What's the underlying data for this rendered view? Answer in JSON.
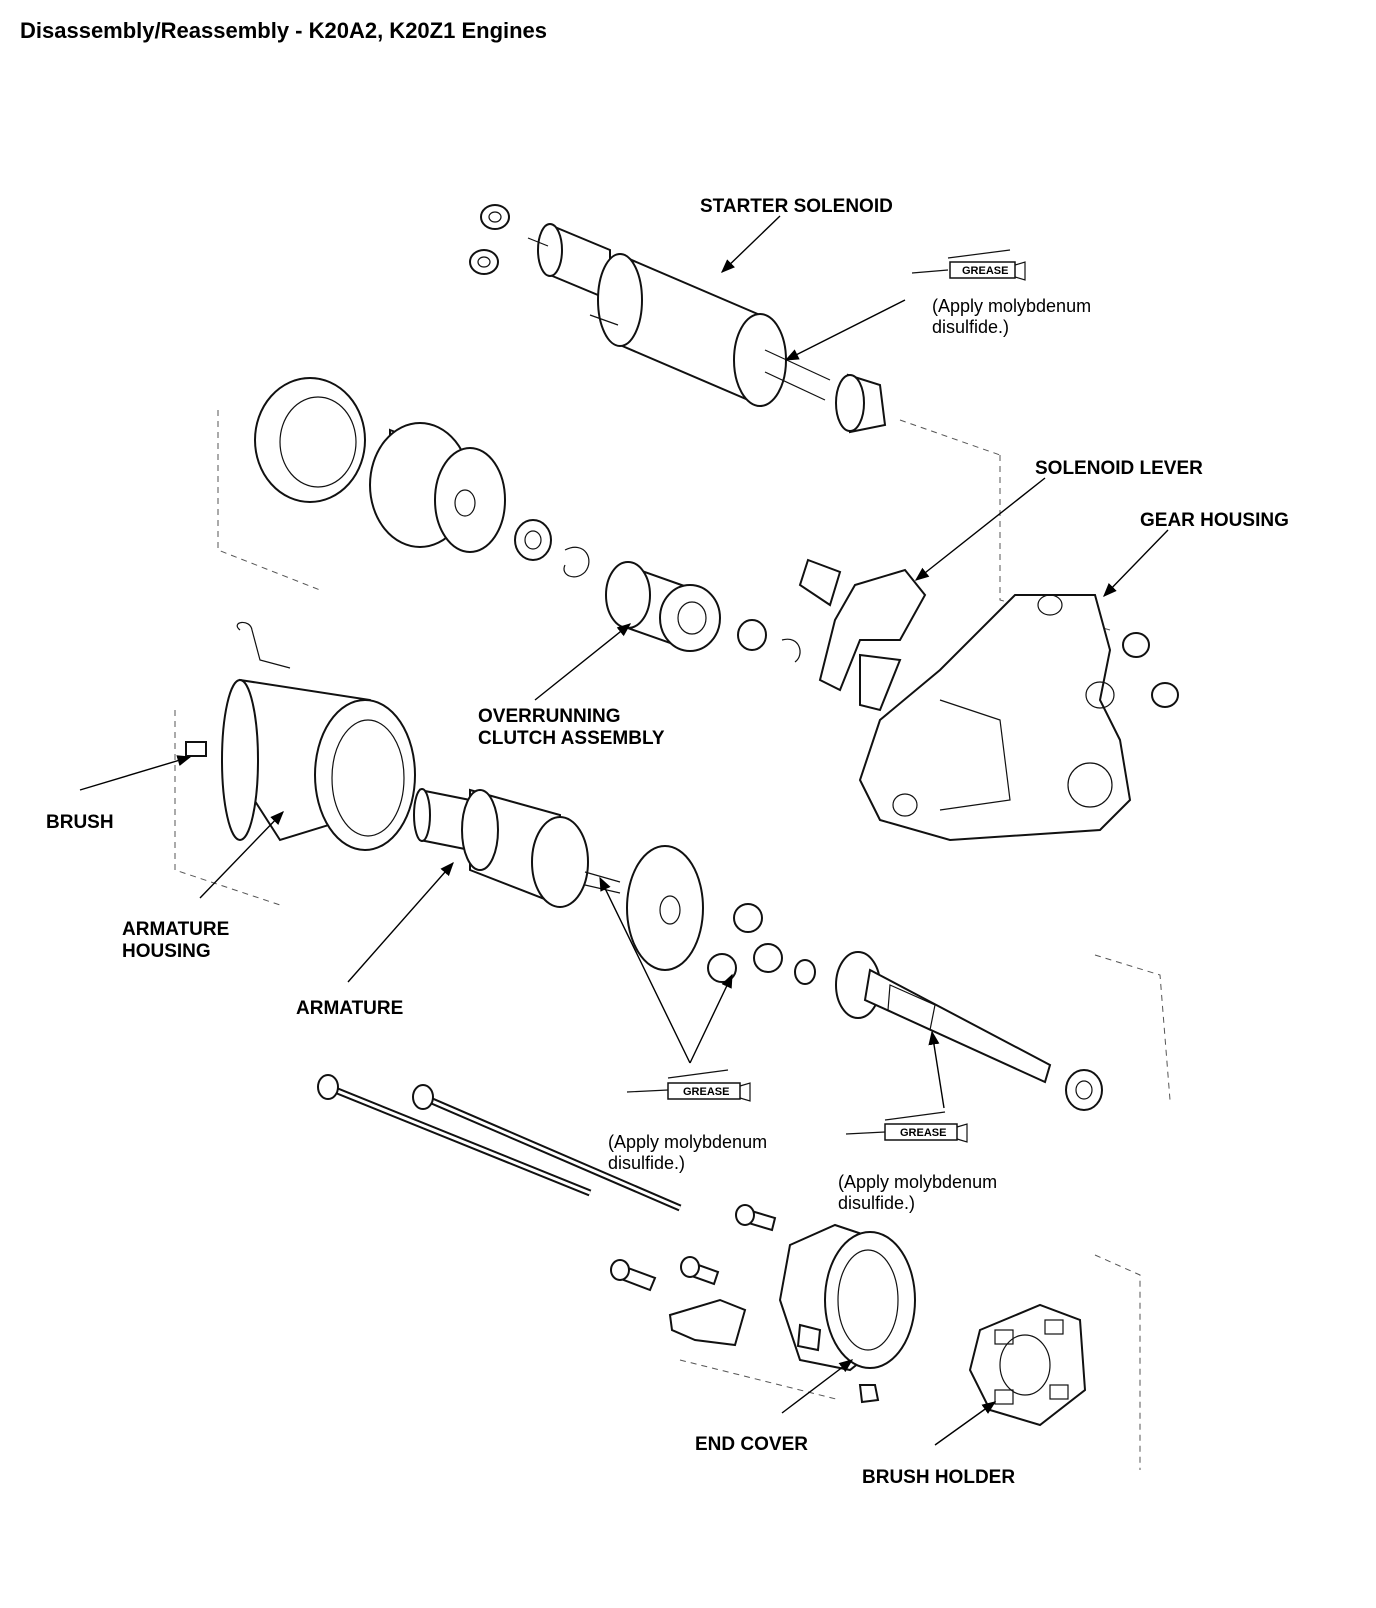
{
  "header": {
    "title": "Disassembly/Reassembly - K20A2, K20Z1 Engines"
  },
  "labels": {
    "starter_solenoid": "STARTER SOLENOID",
    "solenoid_lever": "SOLENOID LEVER",
    "gear_housing": "GEAR HOUSING",
    "overrunning_line1": "OVERRUNNING",
    "overrunning_line2": "CLUTCH ASSEMBLY",
    "brush": "BRUSH",
    "armature_housing_line1": "ARMATURE",
    "armature_housing_line2": "HOUSING",
    "armature": "ARMATURE",
    "end_cover": "END COVER",
    "brush_holder": "BRUSH HOLDER"
  },
  "notes": [
    {
      "line1": "(Apply molybdenum",
      "line2": "disulfide.)",
      "badge": "GREASE"
    },
    {
      "line1": "(Apply molybdenum",
      "line2": "disulfide.)",
      "badge": "GREASE"
    },
    {
      "line1": "(Apply molybdenum",
      "line2": "disulfide.)",
      "badge": "GREASE"
    }
  ]
}
